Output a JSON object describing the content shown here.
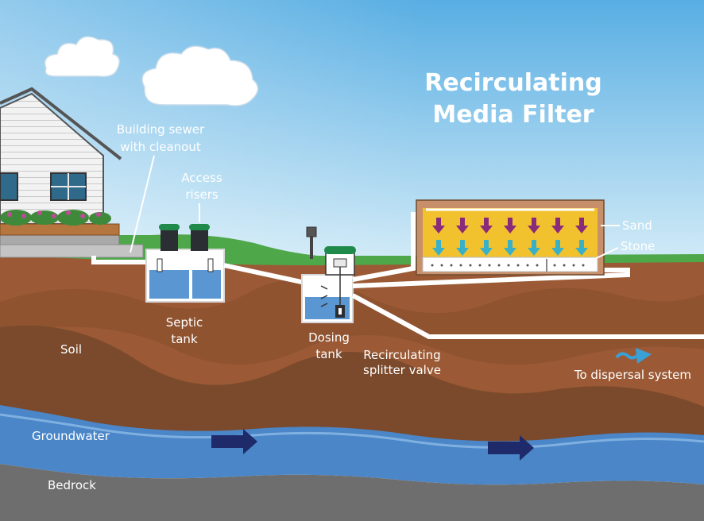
{
  "title": {
    "line1": "Recirculating",
    "line2": "Media Filter"
  },
  "labels": {
    "building_sewer_1": "Building sewer",
    "building_sewer_2": "with cleanout",
    "access_risers_1": "Access",
    "access_risers_2": "risers",
    "septic_tank_1": "Septic",
    "septic_tank_2": "tank",
    "dosing_tank_1": "Dosing",
    "dosing_tank_2": "tank",
    "splitter_valve_1": "Recirculating",
    "splitter_valve_2": "splitter valve",
    "sand": "Sand",
    "stone": "Stone",
    "soil": "Soil",
    "groundwater": "Groundwater",
    "bedrock": "Bedrock",
    "dispersal": "To dispersal system"
  },
  "icons": {
    "flow_arrow": "flow-arrow-icon",
    "down_arrow": "down-arrow-icon",
    "outflow_wave": "wave-arrow-icon"
  },
  "colors": {
    "sky_top": "#5aaee2",
    "sky_bottom": "#cde8f6",
    "grass": "#4ea84a",
    "soil_upper": "#9a5a35",
    "soil_lower": "#7a4a2c",
    "groundwater": "#4a86c8",
    "bedrock": "#6e6e6e",
    "tank_water": "#5a96d2",
    "sand": "#f2c22e",
    "pipe": "#ffffff",
    "riser": "#2b2f33",
    "riser_lid": "#1f8a4a",
    "arrow_dark": "#1f2a6a",
    "arrow_purple": "#8a2a7a",
    "arrow_teal": "#3ab0c8"
  }
}
